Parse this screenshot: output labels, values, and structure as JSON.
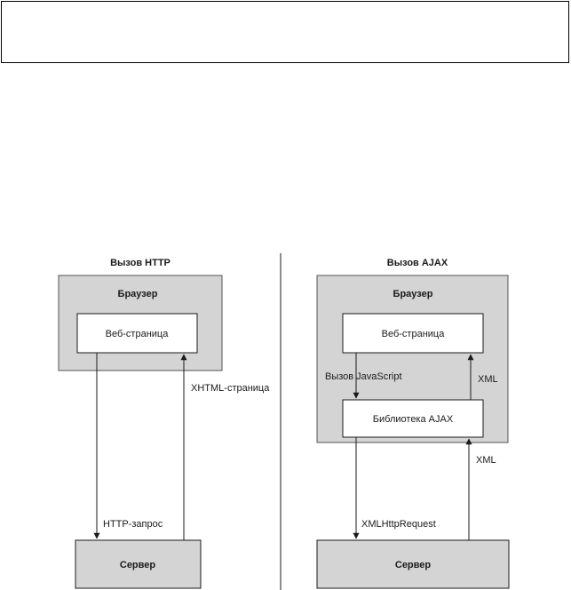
{
  "http_panel": {
    "title": "Вызов HTTP",
    "browser_label": "Браузер",
    "web_page_label": "Веб-страница",
    "request_label": "HTTP-запрос",
    "response_label": "XHTML-страница",
    "server_label": "Сервер"
  },
  "ajax_panel": {
    "title": "Вызов AJAX",
    "browser_label": "Браузер",
    "web_page_label": "Веб-страница",
    "js_call_label": "Вызов JavaScript",
    "xml_inner_label": "XML",
    "library_label": "Библиотека AJAX",
    "xml_outer_label": "XML",
    "request_label": "XMLHttpRequest",
    "server_label": "Сервер"
  },
  "colors": {
    "panel_fill": "#d4d4d4",
    "box_fill": "#ffffff",
    "line": "#1a1a1a"
  }
}
